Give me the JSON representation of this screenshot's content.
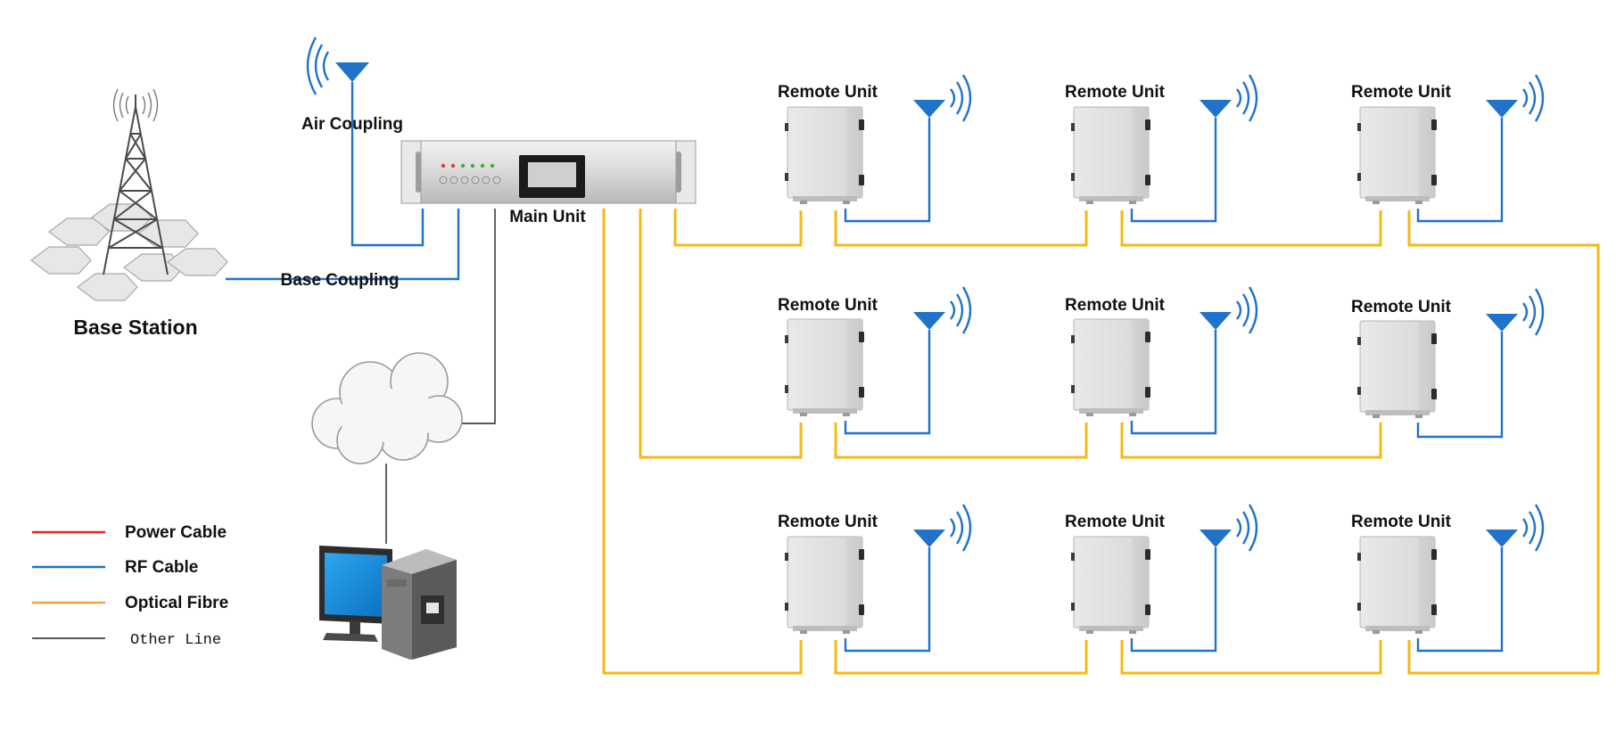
{
  "labels": {
    "base_station": "Base Station",
    "air_coupling": "Air Coupling",
    "base_coupling": "Base Coupling",
    "main_unit": "Main Unit",
    "remote_unit": "Remote Unit"
  },
  "legend": [
    {
      "label": "Power Cable",
      "color": "#e52322"
    },
    {
      "label": "RF Cable",
      "color": "#1f73c8"
    },
    {
      "label": "Optical Fibre",
      "color": "#f7a14d"
    },
    {
      "label": "Other Line",
      "color": "#222222"
    }
  ],
  "colors": {
    "rf_cable": "#1f73c8",
    "optical_fibre_line": "#f5b912",
    "other_line": "#222222",
    "antenna": "#1f73c8"
  },
  "icons": {
    "tower": "cell-tower-icon",
    "antenna": "antenna-icon",
    "cloud": "cloud-icon",
    "computer": "computer-icon",
    "rack": "rack-unit-icon",
    "cabinet": "remote-unit-cabinet-icon"
  }
}
